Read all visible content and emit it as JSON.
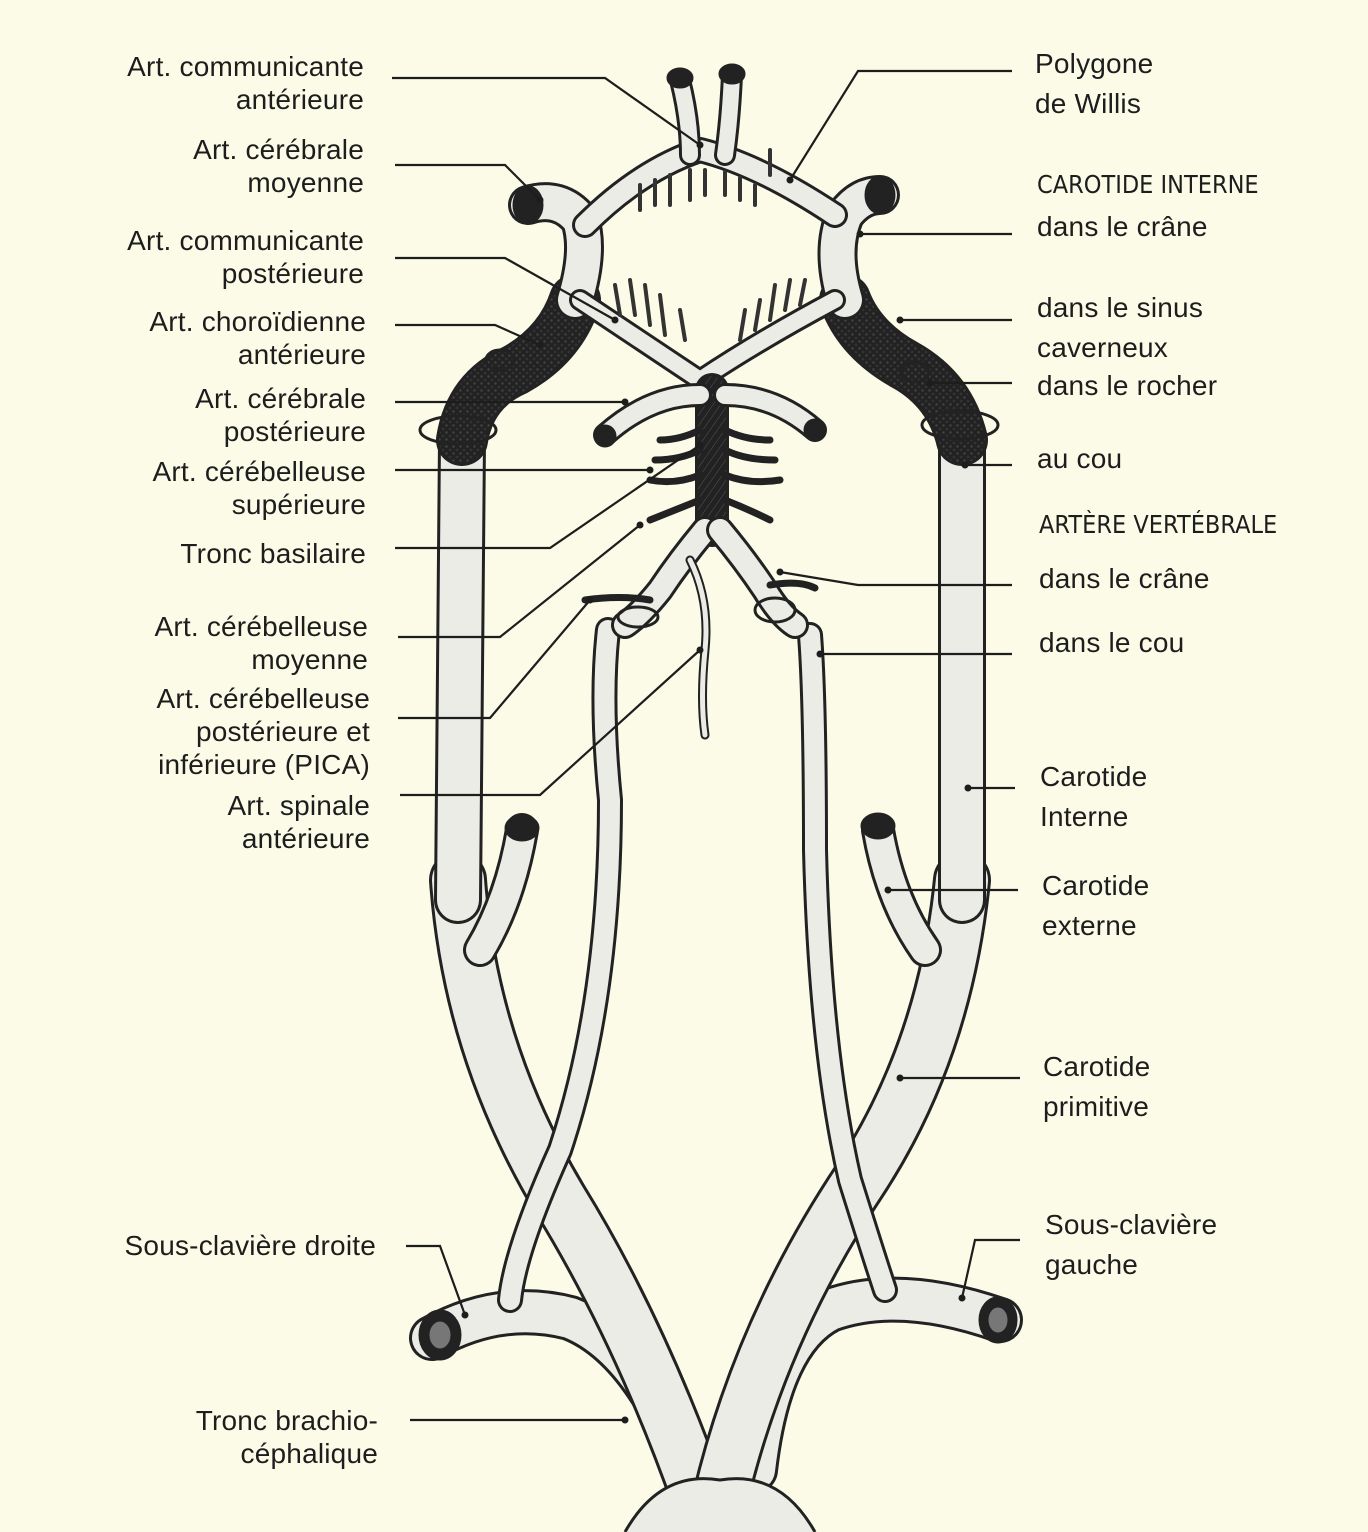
{
  "labels": {
    "left": {
      "art_communicante_anterieure": [
        "Art. communicante",
        "antérieure"
      ],
      "art_cerebrale_moyenne": [
        "Art. cérébrale",
        "moyenne"
      ],
      "art_communicante_posterieure": [
        "Art. communicante",
        "postérieure"
      ],
      "art_choroidienne_anterieure": [
        "Art. choroïdienne",
        "antérieure"
      ],
      "art_cerebrale_posterieure": [
        "Art. cérébrale",
        "postérieure"
      ],
      "art_cerebelleuse_superieure": [
        "Art. cérébelleuse",
        "supérieure"
      ],
      "tronc_basilaire": [
        "Tronc basilaire"
      ],
      "art_cerebelleuse_moyenne": [
        "Art. cérébelleuse",
        "moyenne"
      ],
      "art_cerebelleuse_pica": [
        "Art. cérébelleuse",
        "postérieure et",
        "inférieure (PICA)"
      ],
      "art_spinale_anterieure": [
        "Art. spinale",
        "antérieure"
      ],
      "sous_claviere_droite": [
        "Sous-clavière droite"
      ],
      "tronc_brachio_cephalique": [
        "Tronc brachio-",
        "céphalique"
      ]
    },
    "right": {
      "polygone_de_willis": [
        "Polygone",
        "de Willis"
      ],
      "carotide_interne_heading": [
        "CAROTIDE INTERNE"
      ],
      "ci_dans_le_crane": [
        "dans le crâne"
      ],
      "ci_dans_le_sinus_caverneux": [
        "dans le sinus",
        "caverneux"
      ],
      "ci_dans_le_rocher": [
        "dans le rocher"
      ],
      "ci_au_cou": [
        "au cou"
      ],
      "artere_vertebrale_heading": [
        "ARTÈRE VERTÉBRALE"
      ],
      "av_dans_le_crane": [
        "dans le crâne"
      ],
      "av_dans_le_cou": [
        "dans le cou"
      ],
      "carotide_interne": [
        "Carotide",
        "Interne"
      ],
      "carotide_externe": [
        "Carotide",
        "externe"
      ],
      "carotide_primitive": [
        "Carotide",
        "primitive"
      ],
      "sous_claviere_gauche": [
        "Sous-clavière",
        "gauche"
      ]
    }
  },
  "colors": {
    "background": "#fbfbe8",
    "vessel_fill": "#ecece6",
    "vessel_stroke": "#222222",
    "leader_line": "#1d1d1d"
  }
}
